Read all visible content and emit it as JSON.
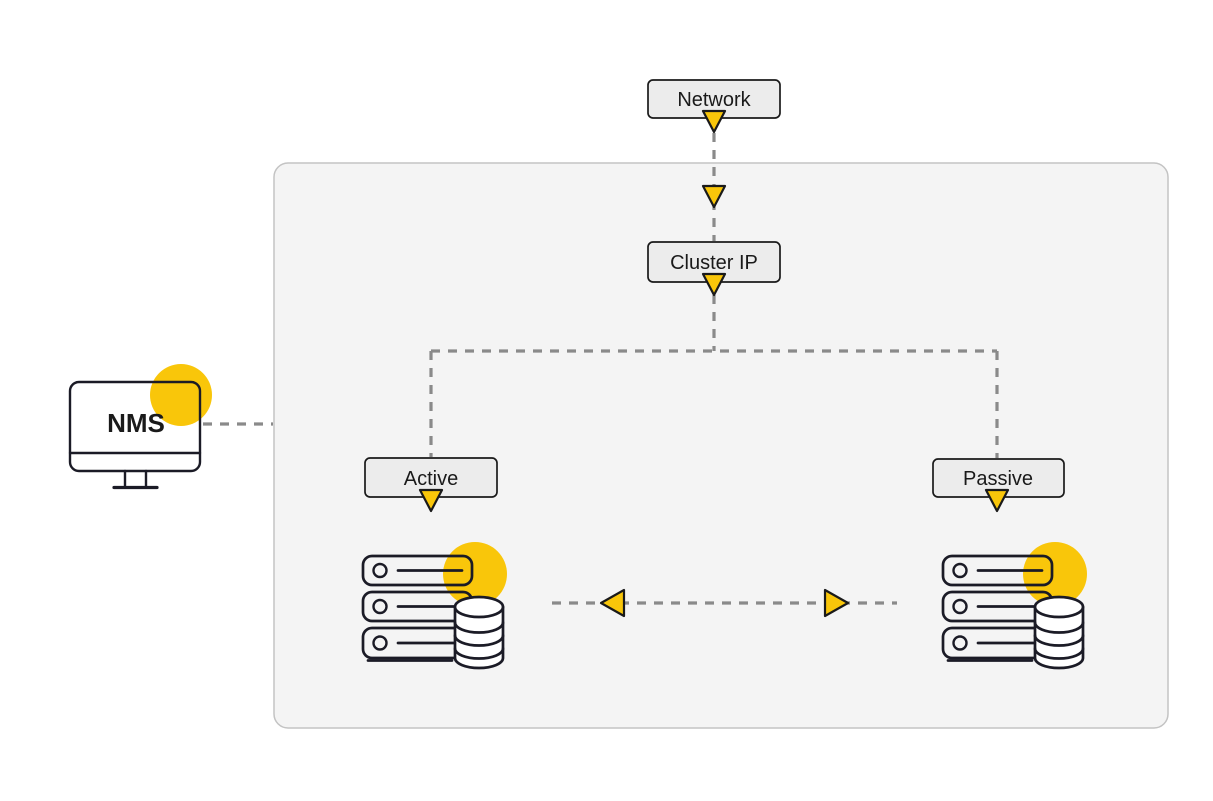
{
  "colors": {
    "accent_yellow": "#F9C60A",
    "dash_gray": "#8A8A8A",
    "node_fill": "#ECECEC",
    "node_border": "#1A1A1A",
    "container_fill": "#F4F4F4",
    "container_border": "#C3C3C3",
    "icon_stroke": "#1B1B26",
    "cylinder_fill": "#FFFFFF",
    "text": "#1A1A1A",
    "background": "#FFFFFF"
  },
  "nodes": {
    "network": {
      "label": "Network"
    },
    "cluster_ip": {
      "label": "Cluster IP"
    },
    "active": {
      "label": "Active"
    },
    "passive": {
      "label": "Passive"
    },
    "nms": {
      "label": "NMS"
    }
  },
  "icons": {
    "nms": "monitor-icon",
    "active_node": "server-stack-with-database-icon",
    "passive_node": "server-stack-with-database-icon",
    "arrowheads": "yellow-triangle-arrow-icon",
    "highlights": "yellow-accent-circle"
  },
  "connections": [
    {
      "from": "Network",
      "to": "cluster-container",
      "style": "dashed",
      "direction": "down"
    },
    {
      "from": "cluster-container-edge",
      "to": "Cluster IP",
      "style": "dashed",
      "direction": "down"
    },
    {
      "from": "Cluster IP",
      "to": "Active",
      "style": "dashed",
      "direction": "down"
    },
    {
      "from": "Cluster IP",
      "to": "Passive",
      "style": "dashed",
      "direction": "down"
    },
    {
      "from": "NMS",
      "to": "cluster-container",
      "style": "dashed",
      "direction": "none"
    },
    {
      "from": "Active server",
      "to": "Passive server",
      "style": "dashed",
      "direction": "bidirectional"
    }
  ]
}
